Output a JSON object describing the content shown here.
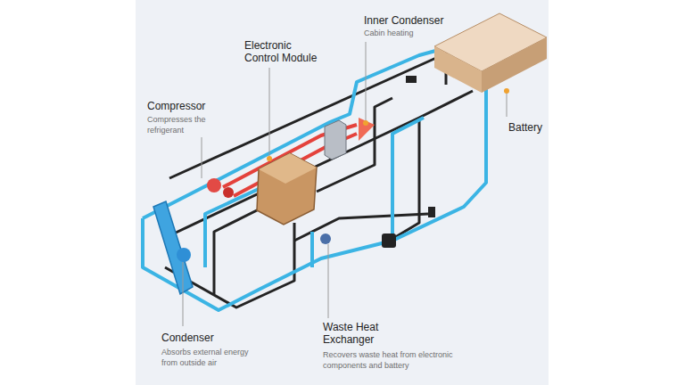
{
  "diagram": {
    "labels": [
      "Inner Condenser",
      "Cabin heating",
      "Electronic Control Module",
      "Compressor",
      "Compresses the refrigerant",
      "Battery",
      "Condenser",
      "Absorbs external energy from outside air",
      "Waste Heat Exchanger",
      "Recovers waste heat from electronic components and battery"
    ]
  }
}
